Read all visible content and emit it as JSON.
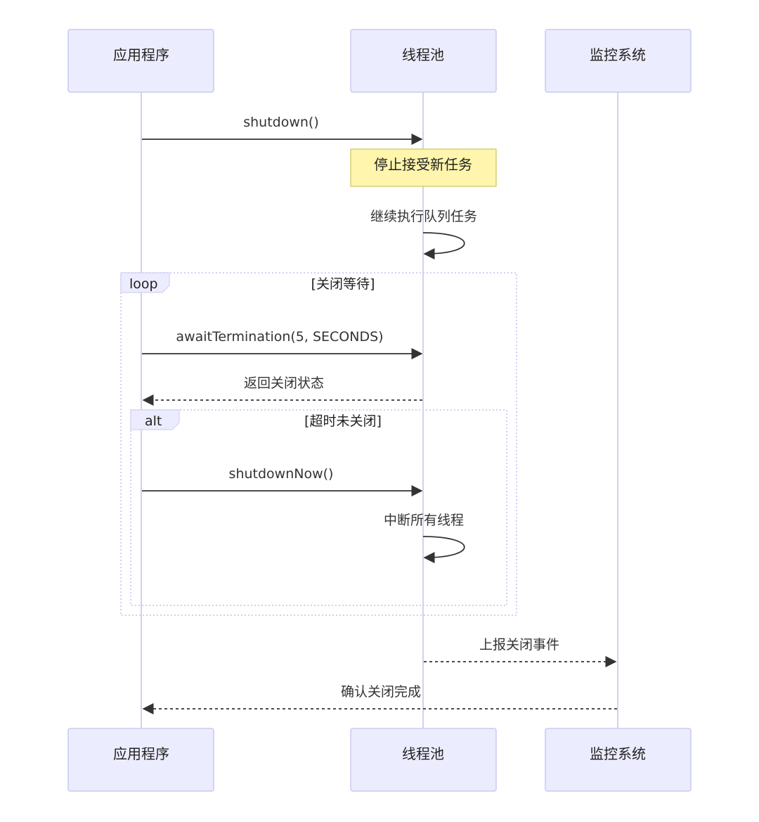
{
  "participants": [
    {
      "id": "app",
      "label": "应用程序"
    },
    {
      "id": "pool",
      "label": "线程池"
    },
    {
      "id": "monitor",
      "label": "监控系统"
    }
  ],
  "messages": [
    {
      "from": "app",
      "to": "pool",
      "label": "shutdown()",
      "style": "solid"
    },
    {
      "from": "pool",
      "to": "pool",
      "label": "继续执行队列任务",
      "style": "self"
    },
    {
      "from": "app",
      "to": "pool",
      "label": "awaitTermination(5, SECONDS)",
      "style": "solid"
    },
    {
      "from": "pool",
      "to": "app",
      "label": "返回关闭状态",
      "style": "dashed"
    },
    {
      "from": "app",
      "to": "pool",
      "label": "shutdownNow()",
      "style": "solid"
    },
    {
      "from": "pool",
      "to": "pool",
      "label": "中断所有线程",
      "style": "self"
    },
    {
      "from": "pool",
      "to": "monitor",
      "label": "上报关闭事件",
      "style": "dashed"
    },
    {
      "from": "monitor",
      "to": "app",
      "label": "确认关闭完成",
      "style": "dashed"
    }
  ],
  "note": {
    "over": "pool",
    "text": "停止接受新任务"
  },
  "frames": [
    {
      "keyword": "loop",
      "condition": "[关闭等待]"
    },
    {
      "keyword": "alt",
      "condition": "[超时未关闭]"
    }
  ],
  "colors": {
    "actor_fill": "#ececff",
    "actor_border": "#c9c9f0",
    "lifeline": "#d4d0f2",
    "note_fill": "#fff5ad",
    "note_border": "#c8c85a",
    "arrow": "#333333"
  }
}
